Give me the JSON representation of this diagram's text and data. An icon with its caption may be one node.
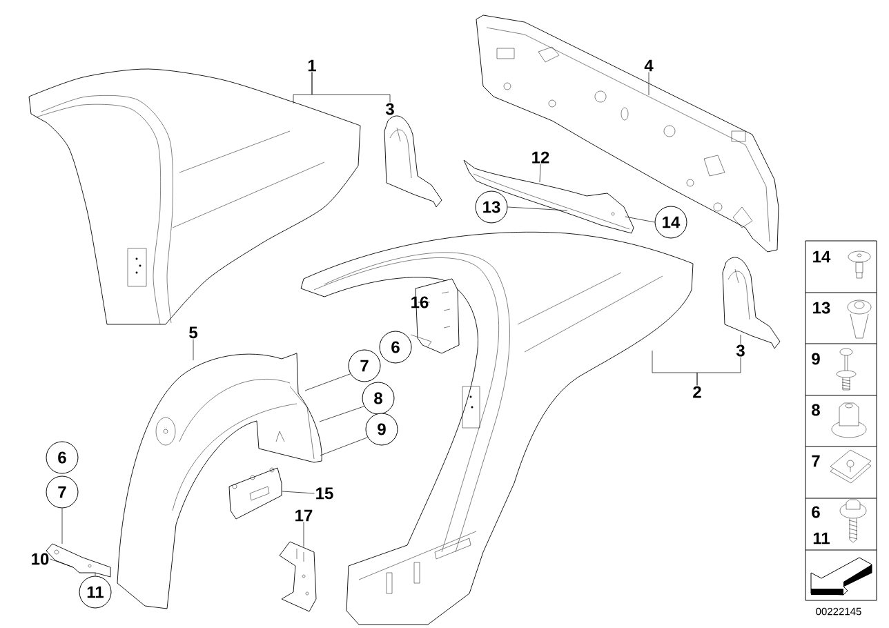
{
  "diagram": {
    "nodes": [
      {
        "text": [
          "1"
        ]
      },
      {
        "text": [
          "3"
        ]
      },
      {
        "text": [
          "4"
        ]
      },
      {
        "text": [
          "12"
        ]
      },
      {
        "text": [
          "13"
        ]
      },
      {
        "text": [
          "14"
        ]
      },
      {
        "text": [
          "16"
        ]
      },
      {
        "text": [
          "6"
        ]
      },
      {
        "text": [
          "7"
        ]
      },
      {
        "text": [
          "8"
        ]
      },
      {
        "text": [
          "9"
        ]
      },
      {
        "text": [
          "5"
        ]
      },
      {
        "text": [
          "3"
        ]
      },
      {
        "text": [
          "2"
        ]
      },
      {
        "text": [
          "6"
        ]
      },
      {
        "text": [
          "7"
        ]
      },
      {
        "text": [
          "15"
        ]
      },
      {
        "text": [
          "17"
        ]
      },
      {
        "text": [
          "10"
        ]
      },
      {
        "text": [
          "11"
        ]
      },
      {
        "text": [],
        "shape": "picture"
      },
      {
        "text": [],
        "shape": "picture"
      },
      {
        "text": [],
        "shape": "picture"
      },
      {
        "text": [],
        "shape": "picture"
      },
      {
        "text": [],
        "shape": "picture"
      },
      {
        "text": [],
        "shape": "picture"
      },
      {
        "text": [],
        "shape": "picture"
      },
      {
        "text": [],
        "shape": "picture"
      },
      {
        "text": [],
        "shape": "picture"
      },
      {
        "text": [],
        "shape": "picture"
      },
      {
        "text": [],
        "shape": "picture"
      }
    ],
    "edges": [
      {
        "from": 0,
        "to": 20,
        "arrow": "none"
      },
      {
        "from": 0,
        "to": 1,
        "arrow": "none"
      },
      {
        "from": 2,
        "to": 22,
        "arrow": "none"
      },
      {
        "from": 3,
        "to": 23,
        "arrow": "none"
      },
      {
        "from": 4,
        "to": 23,
        "arrow": "none"
      },
      {
        "from": 5,
        "to": 23,
        "arrow": "none"
      },
      {
        "from": 6,
        "to": 24,
        "arrow": "none"
      },
      {
        "from": 8,
        "to": 27,
        "arrow": "none"
      },
      {
        "from": 9,
        "to": 27,
        "arrow": "none"
      },
      {
        "from": 10,
        "to": 27,
        "arrow": "none"
      },
      {
        "from": 11,
        "to": 27,
        "arrow": "none"
      },
      {
        "from": 13,
        "to": 25,
        "arrow": "none"
      },
      {
        "from": 13,
        "to": 12,
        "arrow": "none"
      },
      {
        "from": 12,
        "to": 26,
        "arrow": "none"
      },
      {
        "from": 16,
        "to": 28,
        "arrow": "none"
      },
      {
        "from": 17,
        "to": 29,
        "arrow": "none"
      },
      {
        "from": 15,
        "to": 30,
        "arrow": "none"
      },
      {
        "from": 18,
        "to": 30,
        "arrow": "none"
      },
      {
        "from": 19,
        "to": 30,
        "arrow": "none"
      }
    ],
    "labels": [
      "14",
      "13",
      "9",
      "8",
      "7",
      "6",
      "11",
      "00222145"
    ]
  }
}
